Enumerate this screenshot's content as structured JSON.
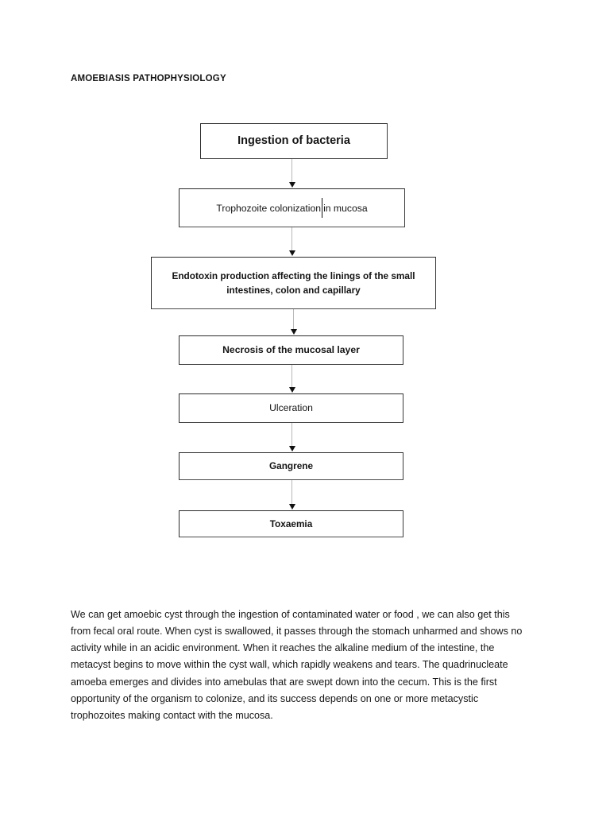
{
  "document": {
    "title": "AMOEBIASIS PATHOPHYSIOLOGY"
  },
  "flowchart": {
    "nodes": [
      {
        "id": "ingestion",
        "label": "Ingestion of bacteria"
      },
      {
        "id": "trophozoite",
        "label_before_caret": "Trophozoite colonization",
        "label_after_caret": "in mucosa",
        "has_text_caret": true
      },
      {
        "id": "endotoxin",
        "label": "Endotoxin production affecting the linings of the small\nintestines, colon and capillary"
      },
      {
        "id": "necrosis",
        "label": "Necrosis of the mucosal layer"
      },
      {
        "id": "ulceration",
        "label": "Ulceration"
      },
      {
        "id": "gangrene",
        "label": "Gangrene"
      },
      {
        "id": "toxaemia",
        "label": "Toxaemia"
      }
    ],
    "connector_count": 6,
    "connector_line_color": "#b8b8b8",
    "connector_arrow_color": "#111111",
    "node_border_color": "#2b2b2b"
  },
  "body": {
    "paragraph": "We can get amoebic cyst through the ingestion of contaminated water or food , we can also get this from fecal oral route.  When cyst is swallowed, it passes through the stomach unharmed and shows no activity while in an acidic environment. When it reaches the alkaline medium of the intestine, the metacyst begins to move within the cyst wall, which rapidly weakens and tears. The quadrinucleate amoeba emerges and divides into amebulas that are swept down into the cecum. This is the first opportunity of the organism to colonize, and its success depends on one or more metacystic trophozoites making contact with the mucosa."
  },
  "colors": {
    "page_background": "#ffffff",
    "text": "#161616"
  }
}
